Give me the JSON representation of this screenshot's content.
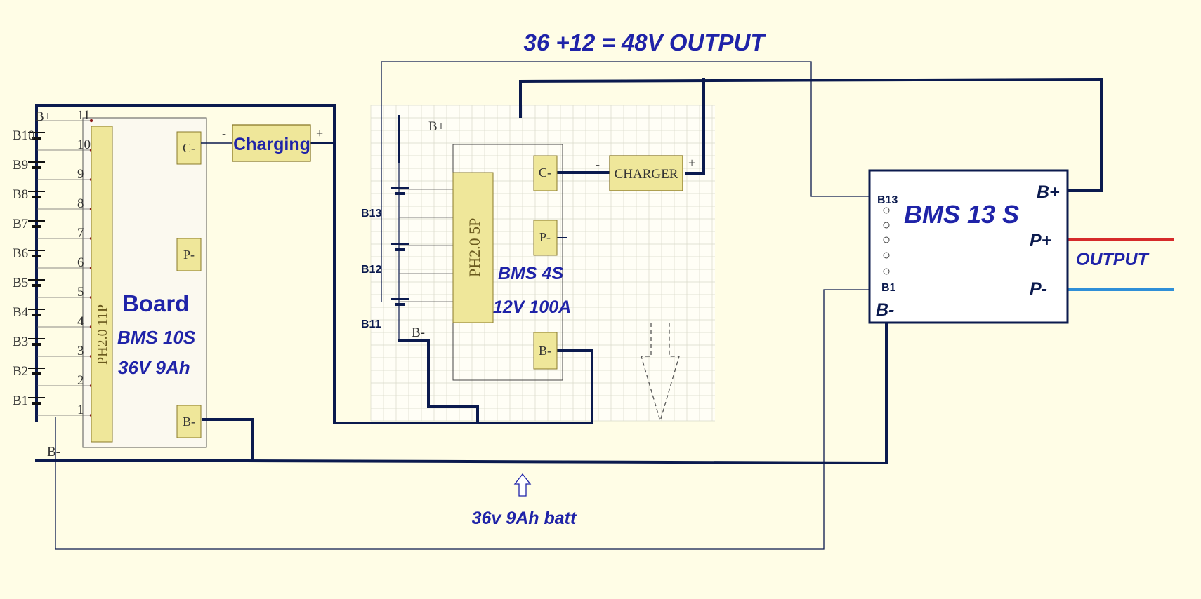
{
  "title": "36 +12 = 48V OUTPUT",
  "colors": {
    "background": "#fffde6",
    "wire": "#0b1a4e",
    "label_blue": "#1f23a8",
    "pad_fill": "#efe79a",
    "pad_stroke": "#8a7a2a",
    "output_positive": "#d62a2a",
    "output_negative": "#2f8fd8",
    "grid": "#d8d8c8"
  },
  "left_board": {
    "bus_top": "B+",
    "bus_bottom": "B-",
    "cells": [
      "B10",
      "B9",
      "B8",
      "B7",
      "B6",
      "B5",
      "B4",
      "B3",
      "B2",
      "B1"
    ],
    "pin_numbers": [
      "11",
      "10",
      "9",
      "8",
      "7",
      "6",
      "5",
      "4",
      "3",
      "2",
      "1"
    ],
    "connector": "PH2.0 11P",
    "pads": {
      "c": "C-",
      "p": "P-",
      "b": "B-"
    },
    "charging_label": "Charging",
    "minus_sign": "-",
    "plus_sign": "+",
    "board_label": "Board",
    "bms_label": "BMS 10S",
    "spec_label": "36V 9Ah"
  },
  "middle_board": {
    "bus_top": "B+",
    "bus_bottom": "B-",
    "cells": [
      "B13",
      "B12",
      "B11"
    ],
    "connector": "PH2.0 5P",
    "pads": {
      "c": "C-",
      "p": "P-",
      "b": "B-"
    },
    "charger_label": "CHARGER",
    "minus_sign": "-",
    "plus_sign": "+",
    "bms_label": "BMS 4S",
    "spec_label": "12V 100A"
  },
  "bms13": {
    "title": "BMS 13 S",
    "pin_top": "B13",
    "pin_bottom": "B1",
    "b_minus": "B-",
    "b_plus": "B+",
    "p_plus": "P+",
    "p_minus": "P-",
    "output_label": "OUTPUT"
  },
  "battery_label": "36v 9Ah batt",
  "icons": [
    "up-arrow-icon",
    "down-arrow-icon"
  ]
}
